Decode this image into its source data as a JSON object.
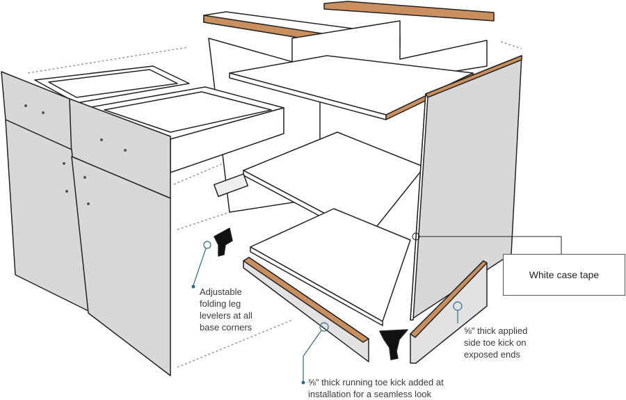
{
  "colors": {
    "panel_grey": "#d8d8d8",
    "panel_white": "#ffffff",
    "wood_edge": "#c98f5e",
    "outline": "#222222",
    "callout": "#2e6b86",
    "leveler": "#111111"
  },
  "callouts": {
    "case_tape": "White case tape",
    "leg_levelers": [
      "Adjustable",
      "folding leg",
      "levelers at all",
      "base corners"
    ],
    "side_toe_kick": [
      "⅝\" thick applied",
      "side toe kick on",
      "exposed ends"
    ],
    "running_toe_kick": [
      "⅝\" thick running toe kick added at",
      "installation for a seamless look"
    ]
  }
}
